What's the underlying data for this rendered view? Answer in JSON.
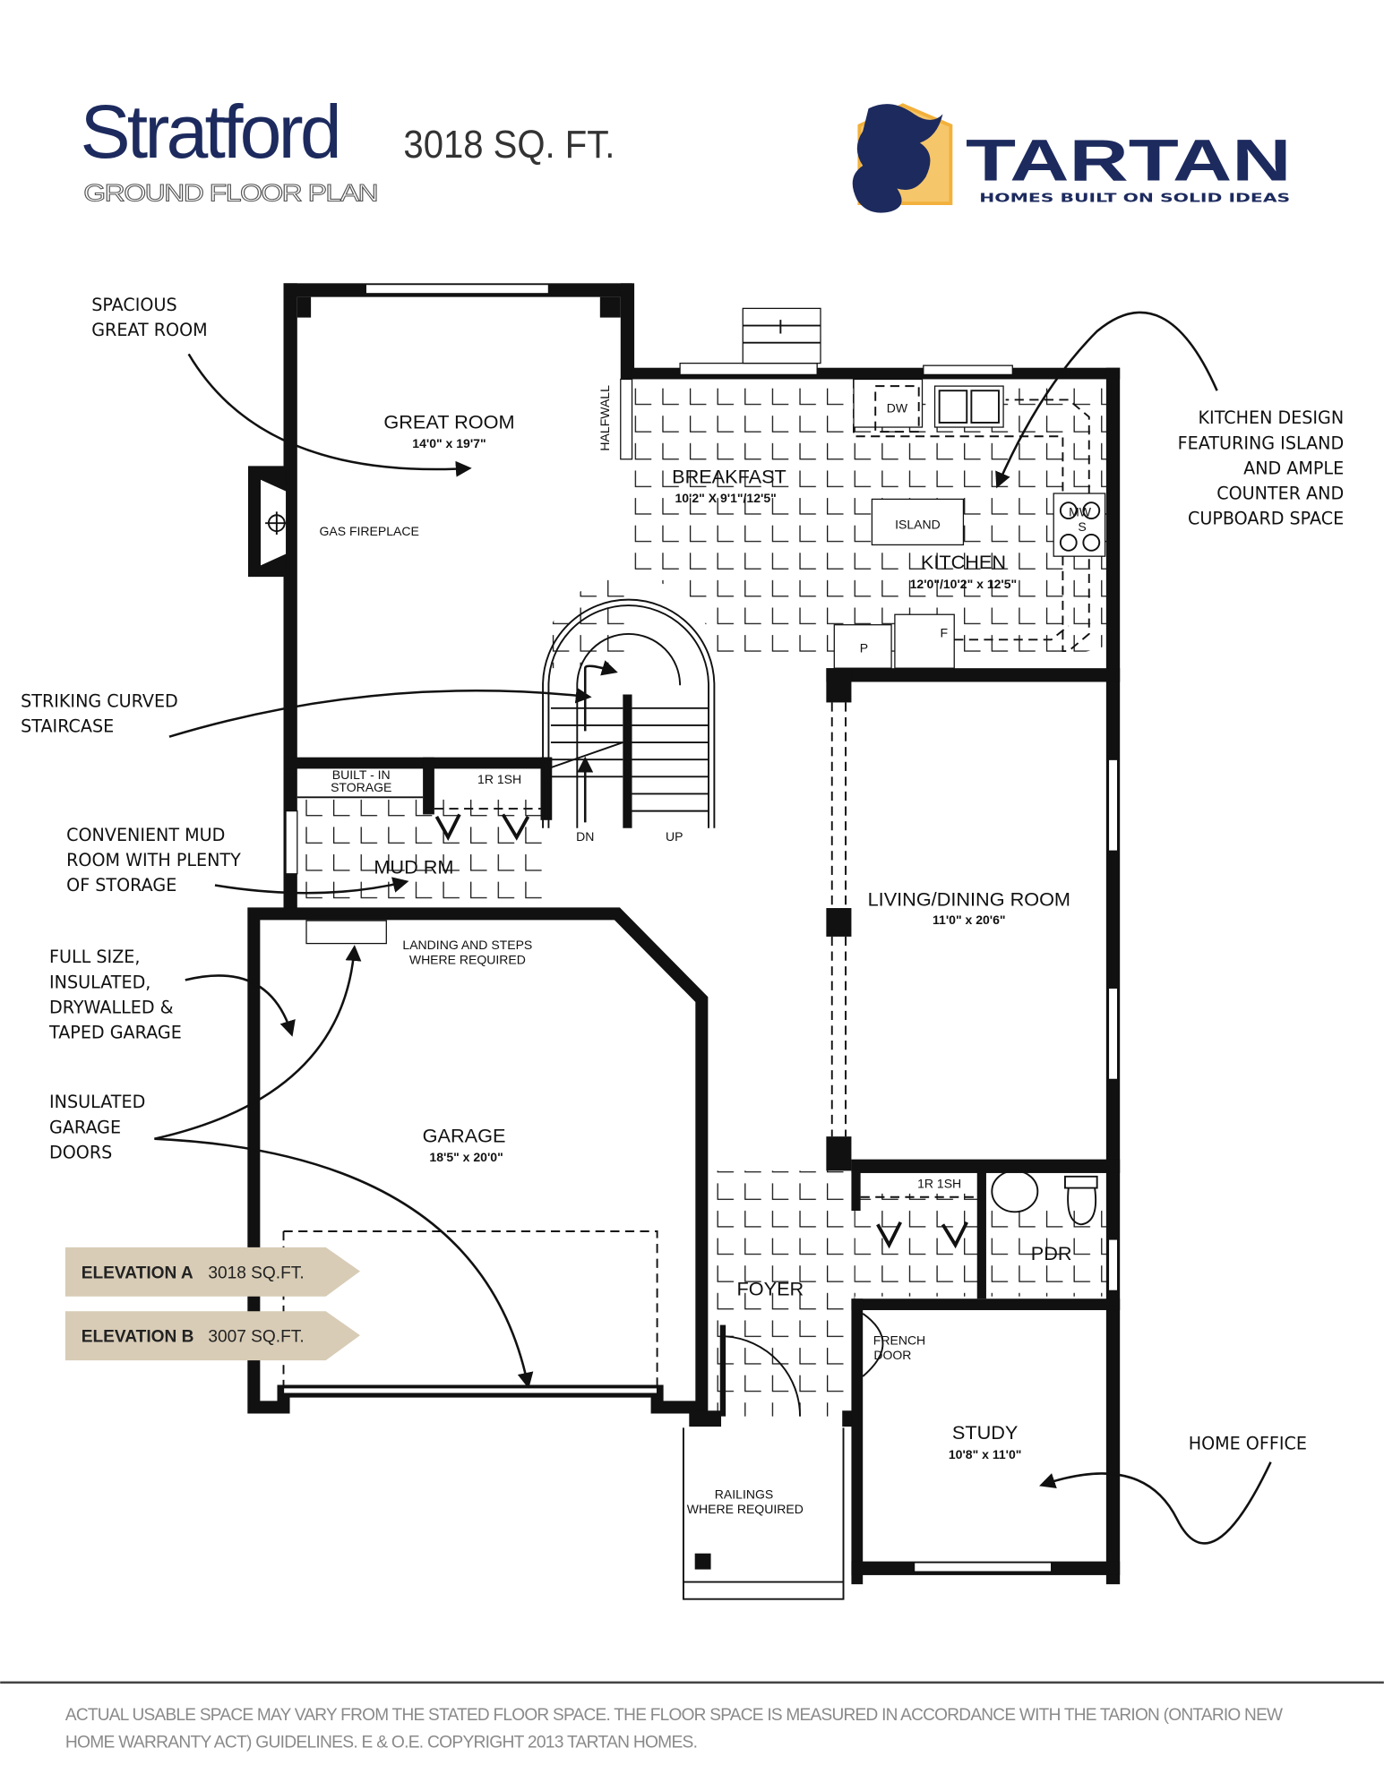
{
  "header": {
    "model_name": "Stratford",
    "square_feet": "3018 SQ. FT.",
    "plan_type": "GROUND FLOOR PLAN"
  },
  "logo": {
    "brand": "TARTAN",
    "tagline": "HOMES BUILT ON SOLID IDEAS",
    "colors": {
      "navy": "#1c2a5e",
      "gold": "#f2b13c"
    }
  },
  "rooms": {
    "great_room": {
      "name": "GREAT ROOM",
      "dims": "14'0\" x 19'7\""
    },
    "breakfast": {
      "name": "BREAKFAST",
      "dims": "10'2\" X 9'1\"/12'5\""
    },
    "kitchen": {
      "name": "KITCHEN",
      "dims": "12'0\"/10'2\" x 12'5\""
    },
    "living_dining": {
      "name": "LIVING/DINING ROOM",
      "dims": "11'0\" x 20'6\""
    },
    "garage": {
      "name": "GARAGE",
      "dims": "18'5\" x 20'0\""
    },
    "mud_room": {
      "name": "MUD RM"
    },
    "foyer": {
      "name": "FOYER"
    },
    "pdr": {
      "name": "PDR"
    },
    "study": {
      "name": "STUDY",
      "dims": "10'8\" x 11'0\""
    }
  },
  "fixtures": {
    "halfwall": "HALFWALL",
    "gas_fireplace": "GAS FIREPLACE",
    "dishwasher": "DW",
    "island": "ISLAND",
    "microwave": "MW",
    "stove": "S",
    "pantry": "P",
    "fridge": "F",
    "built_in_storage_1": "BUILT - IN",
    "built_in_storage_2": "STORAGE",
    "closet_mud": "1R 1SH",
    "closet_foyer": "1R 1SH",
    "stairs_down": "DN",
    "stairs_up": "UP",
    "landing_1": "LANDING AND STEPS",
    "landing_2": "WHERE REQUIRED",
    "french_door_1": "FRENCH",
    "french_door_2": "DOOR",
    "railings_1": "RAILINGS",
    "railings_2": "WHERE REQUIRED"
  },
  "callouts": {
    "great_room": [
      "SPACIOUS",
      "GREAT ROOM"
    ],
    "kitchen": [
      "KITCHEN DESIGN",
      "FEATURING ISLAND",
      "AND AMPLE",
      "COUNTER AND",
      "CUPBOARD SPACE"
    ],
    "staircase": [
      "STRIKING CURVED",
      "STAIRCASE"
    ],
    "mud_room": [
      "CONVENIENT MUD",
      "ROOM WITH PLENTY",
      "OF STORAGE"
    ],
    "garage": [
      "FULL SIZE,",
      "INSULATED,",
      "DRYWALLED &",
      "TAPED GARAGE"
    ],
    "garage_doors": [
      "INSULATED",
      "GARAGE",
      "DOORS"
    ],
    "home_office": [
      "HOME OFFICE"
    ]
  },
  "elevations": [
    {
      "label": "ELEVATION A",
      "sqft": "3018 SQ.FT."
    },
    {
      "label": "ELEVATION B",
      "sqft": "3007 SQ.FT."
    }
  ],
  "elevation_tag_color": "#d8ccb6",
  "footer": {
    "line1": "ACTUAL USABLE SPACE MAY VARY FROM THE STATED FLOOR SPACE. THE FLOOR SPACE IS MEASURED IN ACCORDANCE WITH THE TARION (ONTARIO NEW",
    "line2": "HOME WARRANTY ACT) GUIDELINES. E & O.E. COPYRIGHT 2013 TARTAN HOMES."
  }
}
